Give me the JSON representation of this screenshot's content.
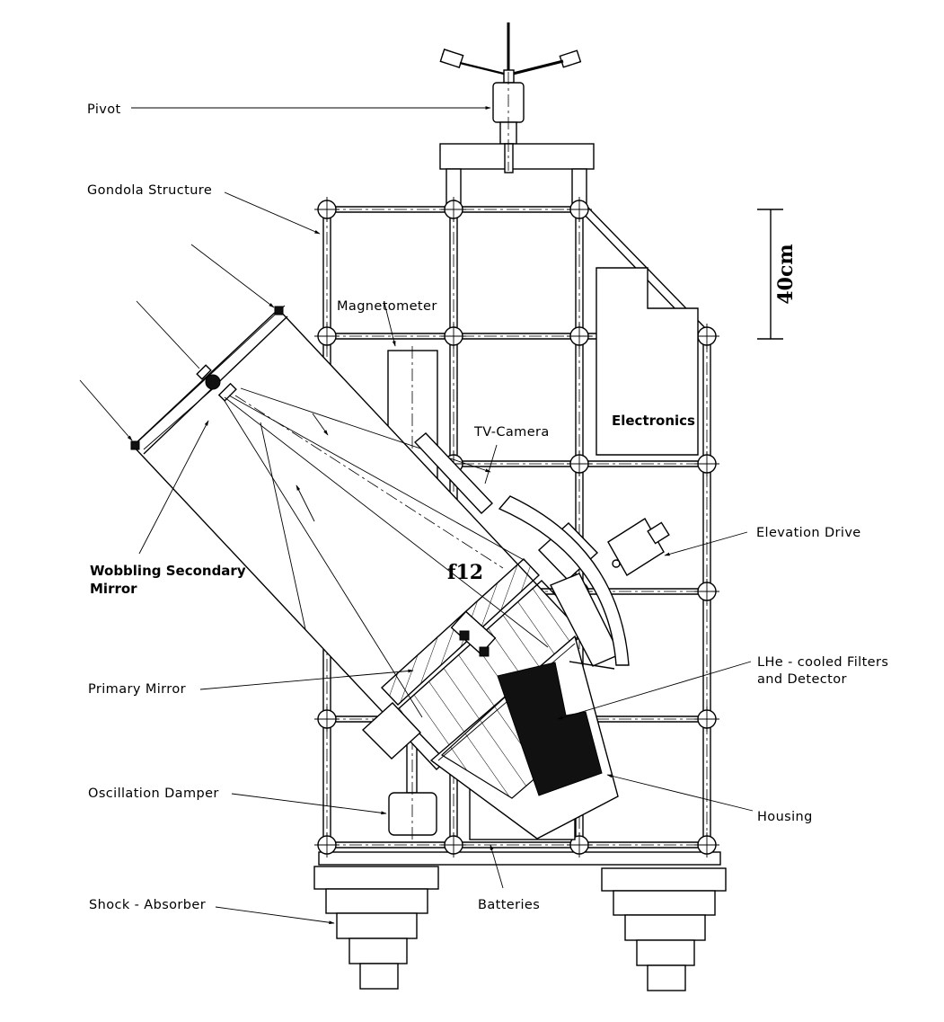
{
  "figure": {
    "labels": {
      "pivot": "Pivot",
      "gondola_structure": "Gondola Structure",
      "magnetometer": "Magnetometer",
      "electronics": "Electronics",
      "tv_camera": "TV-Camera",
      "elevation_drive": "Elevation Drive",
      "wobbling_secondary_mirror_line1": "Wobbling Secondary",
      "wobbling_secondary_mirror_line2": "Mirror",
      "focal_ratio": "f12",
      "primary_mirror": "Primary Mirror",
      "lhe_filters_line1": "LHe - cooled Filters",
      "lhe_filters_line2": "and Detector",
      "oscillation_damper": "Oscillation Damper",
      "housing": "Housing",
      "shock_absorber": "Shock - Absorber",
      "batteries": "Batteries"
    },
    "scale_bar": {
      "label": "40cm"
    },
    "colors": {
      "ink": "#000000",
      "background": "#ffffff"
    }
  }
}
